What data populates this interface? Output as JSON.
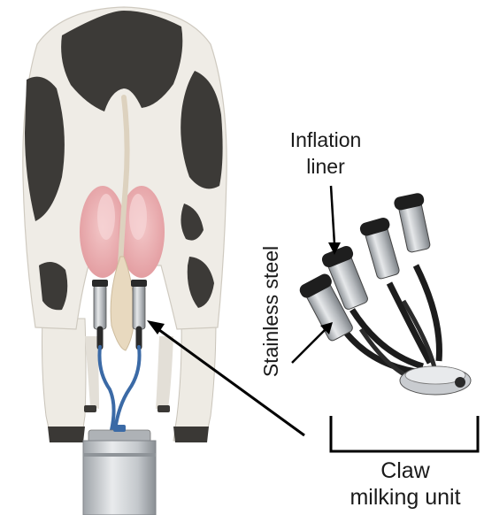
{
  "labels": {
    "inflation_liner": [
      "Inflation",
      "liner"
    ],
    "stainless_steel": "Stainless steel",
    "claw_milking_unit": [
      "Claw",
      "milking unit"
    ]
  },
  "colors": {
    "cow_body": "#efece6",
    "cow_spots": "#3c3a37",
    "udder": "#e9a6a8",
    "milk_hose": "#3b6aa6",
    "steel": "#b8bcc0",
    "rubber": "#2a2a2a",
    "arrow": "#000000"
  },
  "icons": {
    "cow": "cow-rear-view-icon",
    "milk_can": "milk-can-icon",
    "claw_unit": "claw-milking-unit-icon"
  }
}
